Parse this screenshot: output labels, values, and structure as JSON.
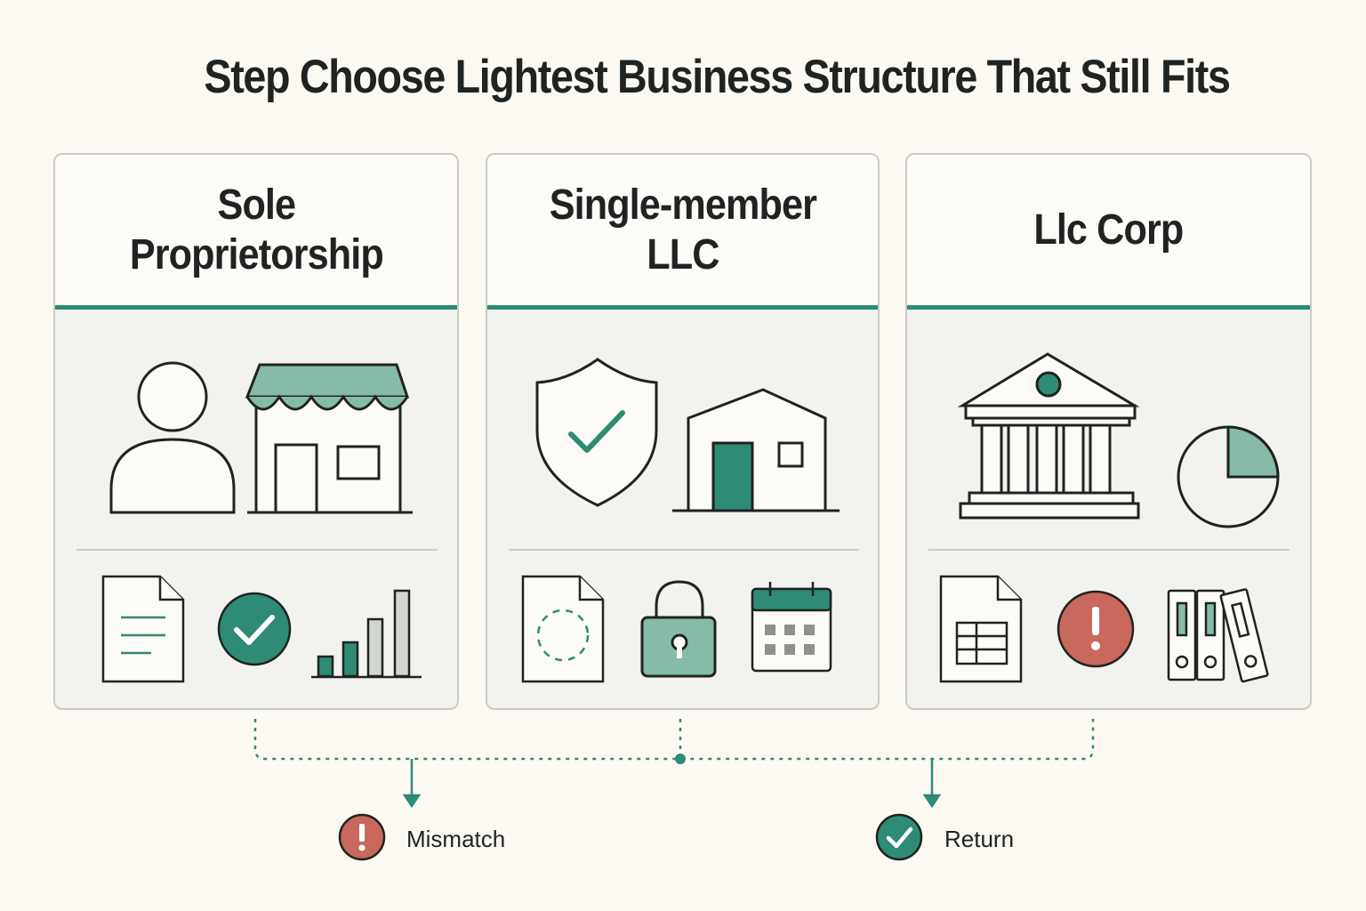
{
  "title": "Step Choose Lightest Business Structure That Still Fits",
  "panels": [
    {
      "title": "Sole\nProprietorship"
    },
    {
      "title": "Single-member\nLLC"
    },
    {
      "title": "Llc Corp"
    }
  ],
  "outcomes": {
    "mismatch": {
      "label": "Mismatch"
    },
    "return": {
      "label": "Return"
    }
  },
  "colors": {
    "accent": "#2e8b76",
    "accent_light": "#86bba8",
    "alert": "#c9685c",
    "ink": "#1f2321",
    "panel_bg": "#f2f3ee",
    "page_bg": "#fcf9f3"
  }
}
